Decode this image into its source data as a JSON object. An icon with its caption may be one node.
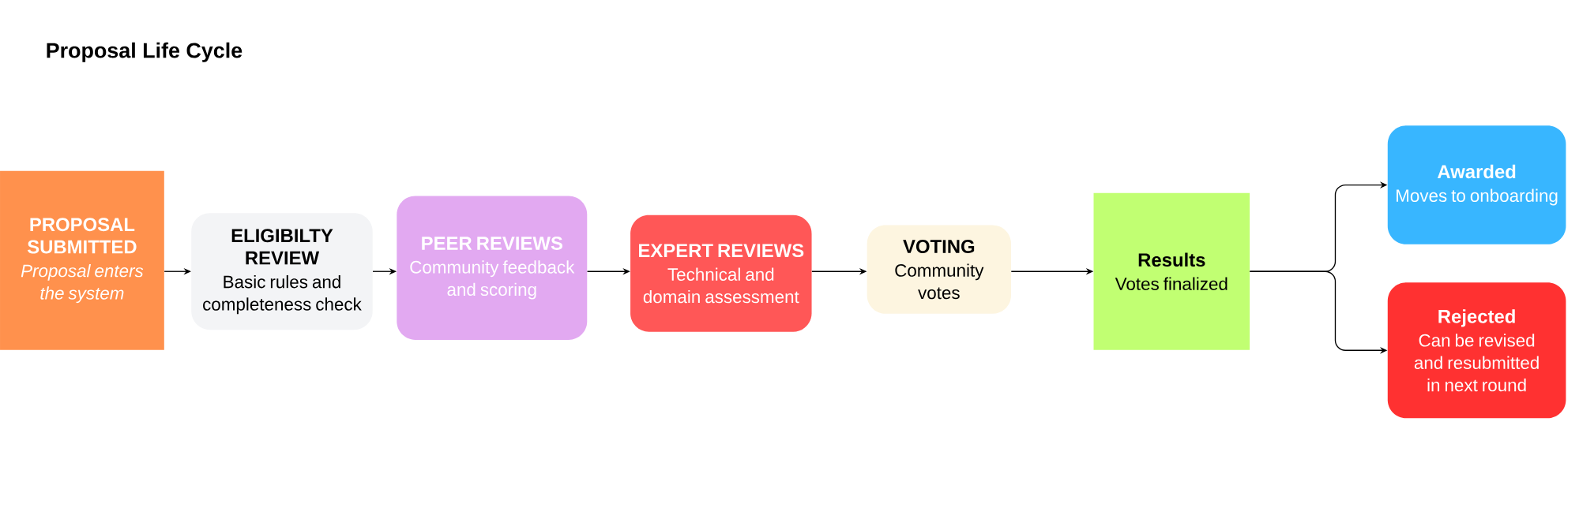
{
  "diagram": {
    "title": "Proposal Life Cycle",
    "nodes": [
      {
        "text": [
          "PROPOSAL SUBMITTED",
          "Proposal enters the system"
        ]
      },
      {
        "text": [
          "ELIGIBILTY REVIEW",
          "Basic rules and completeness check"
        ]
      },
      {
        "text": [
          "PEER REVIEWS",
          "Community feedback and scoring"
        ]
      },
      {
        "text": [
          "EXPERT REVIEWS",
          "Technical and domain assessment"
        ]
      },
      {
        "text": [
          "VOTING",
          "Community votes"
        ]
      },
      {
        "text": [
          "Results",
          "Votes finalized"
        ]
      },
      {
        "text": [
          "Awarded",
          "Moves to onboarding"
        ]
      },
      {
        "text": [
          "Rejected",
          "Can be revised and resubmitted in next round"
        ]
      }
    ],
    "edges": [
      {
        "from": 0,
        "to": 1,
        "arrow": "to"
      },
      {
        "from": 1,
        "to": 2,
        "arrow": "to"
      },
      {
        "from": 2,
        "to": 3,
        "arrow": "to"
      },
      {
        "from": 3,
        "to": 4,
        "arrow": "to"
      },
      {
        "from": 4,
        "to": 5,
        "arrow": "to"
      },
      {
        "from": 5,
        "to": 6,
        "arrow": "to"
      },
      {
        "from": 5,
        "to": 7,
        "arrow": "to"
      }
    ]
  }
}
